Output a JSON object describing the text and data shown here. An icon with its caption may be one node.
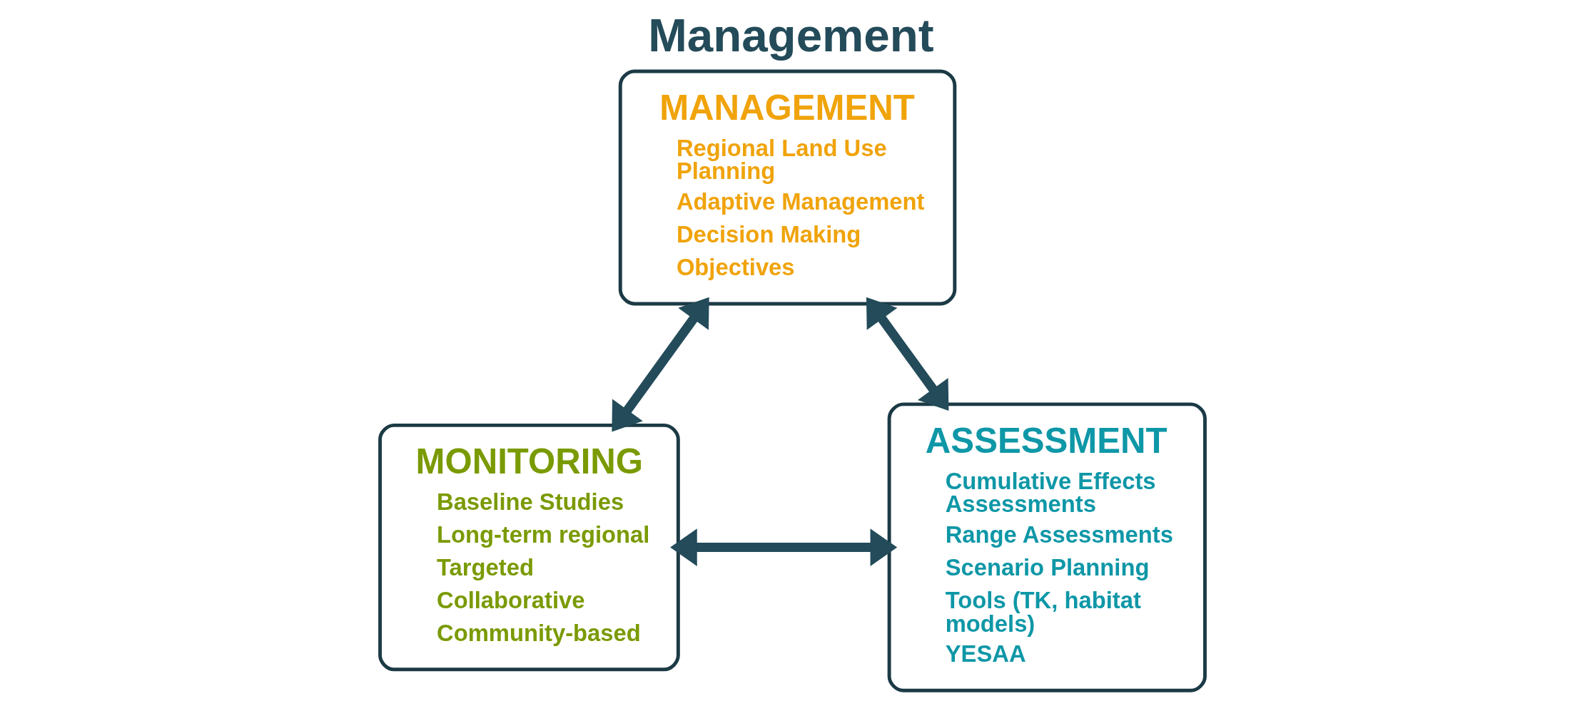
{
  "diagram": {
    "title": "Management",
    "nodes": [
      {
        "text": [
          "MANAGEMENT",
          "Regional Land Use Planning",
          "Adaptive Management",
          "Decision Making",
          "Objectives"
        ]
      },
      {
        "text": [
          "MONITORING",
          "Baseline Studies",
          "Long-term regional",
          "Targeted",
          "Collaborative",
          "Community-based"
        ]
      },
      {
        "text": [
          "ASSESSMENT",
          "Cumulative Effects Assessments",
          "Range Assessments",
          "Scenario Planning",
          "Tools (TK, habitat models)",
          "YESAA"
        ]
      }
    ],
    "edges": [
      {
        "from": 1,
        "to": 0,
        "arrow": "both"
      },
      {
        "from": 0,
        "to": 2,
        "arrow": "both"
      },
      {
        "from": 1,
        "to": 2,
        "arrow": "both"
      }
    ]
  }
}
